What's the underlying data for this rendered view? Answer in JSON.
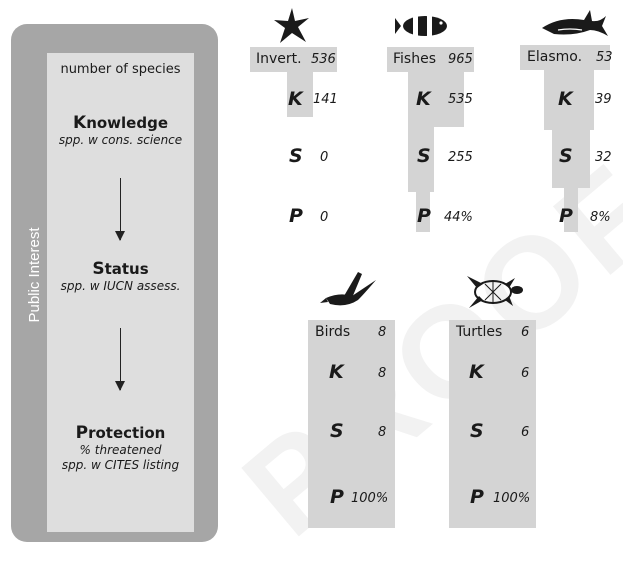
{
  "left_panel": {
    "side_label": "Public Interest",
    "species_label": "number of species",
    "knowledge": {
      "initial": "K",
      "rest": "nowledge",
      "desc": "spp. w cons. science"
    },
    "status": {
      "initial": "S",
      "rest": "tatus",
      "desc": "spp. w IUCN assess."
    },
    "protection": {
      "initial": "P",
      "rest": "rotection",
      "desc1": "% threatened",
      "desc2": "spp. w CITES listing"
    }
  },
  "groups": [
    {
      "name": "Invert.",
      "species": "536",
      "K": "141",
      "S": "0",
      "P": "0",
      "icon": "starfish-icon"
    },
    {
      "name": "Fishes",
      "species": "965",
      "K": "535",
      "S": "255",
      "P": "44%",
      "icon": "clownfish-icon"
    },
    {
      "name": "Elasmo.",
      "species": "53",
      "K": "39",
      "S": "32",
      "P": "8%",
      "icon": "shark-icon"
    },
    {
      "name": "Birds",
      "species": "8",
      "K": "8",
      "S": "8",
      "P": "100%",
      "icon": "pelican-icon"
    },
    {
      "name": "Turtles",
      "species": "6",
      "K": "6",
      "S": "6",
      "P": "100%",
      "icon": "sea-turtle-icon"
    }
  ],
  "letters": {
    "K": "K",
    "S": "S",
    "P": "P"
  },
  "watermark": "PROOF"
}
